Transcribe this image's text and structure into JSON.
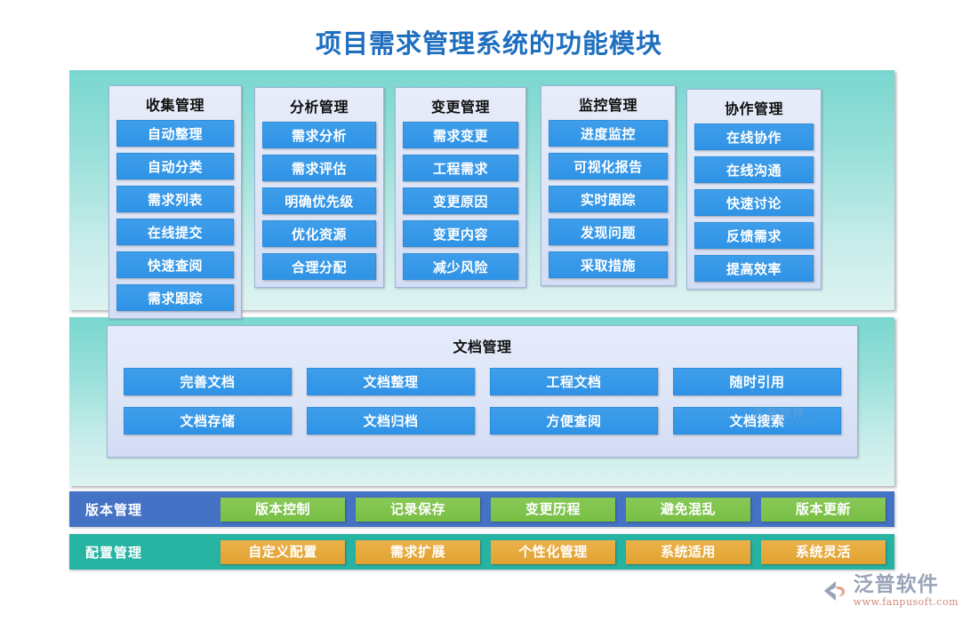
{
  "title": "项目需求管理系统的功能模块",
  "theme": {
    "title_color": "#1f6fbf",
    "panel_top": "#79d7cf",
    "panel_bottom": "#ddf3f1",
    "module_button": "#3498e8",
    "version_bar": "#4472c4",
    "config_bar": "#26b3a2",
    "version_button": "#7dc242",
    "config_button": "#e5a93a"
  },
  "modules": {
    "columns": [
      {
        "title": "收集管理",
        "items": [
          "自动整理",
          "自动分类",
          "需求列表",
          "在线提交",
          "快速查阅",
          "需求跟踪"
        ]
      },
      {
        "title": "分析管理",
        "items": [
          "需求分析",
          "需求评估",
          "明确优先级",
          "优化资源",
          "合理分配"
        ]
      },
      {
        "title": "变更管理",
        "items": [
          "需求变更",
          "工程需求",
          "变更原因",
          "变更内容",
          "减少风险"
        ]
      },
      {
        "title": "监控管理",
        "items": [
          "进度监控",
          "可视化报告",
          "实时跟踪",
          "发现问题",
          "采取措施"
        ]
      },
      {
        "title": "协作管理",
        "items": [
          "在线协作",
          "在线沟通",
          "快速讨论",
          "反馈需求",
          "提高效率"
        ]
      }
    ]
  },
  "documents": {
    "title": "文档管理",
    "rows": [
      [
        "完善文档",
        "文档整理",
        "工程文档",
        "随时引用"
      ],
      [
        "文档存储",
        "文档归档",
        "方便查阅",
        "文档搜索"
      ]
    ],
    "watermark": {
      "text": "泛普软件",
      "sub": "FANPU SOFTWARE"
    }
  },
  "bars": [
    {
      "label": "版本管理",
      "style": "green",
      "items": [
        "版本控制",
        "记录保存",
        "变更历程",
        "避免混乱",
        "版本更新"
      ]
    },
    {
      "label": "配置管理",
      "style": "orange",
      "items": [
        "自定义配置",
        "需求扩展",
        "个性化管理",
        "系统适用",
        "系统灵活"
      ]
    }
  ],
  "brand": {
    "name": "泛普软件",
    "url": "www.fanpusoft.com"
  }
}
